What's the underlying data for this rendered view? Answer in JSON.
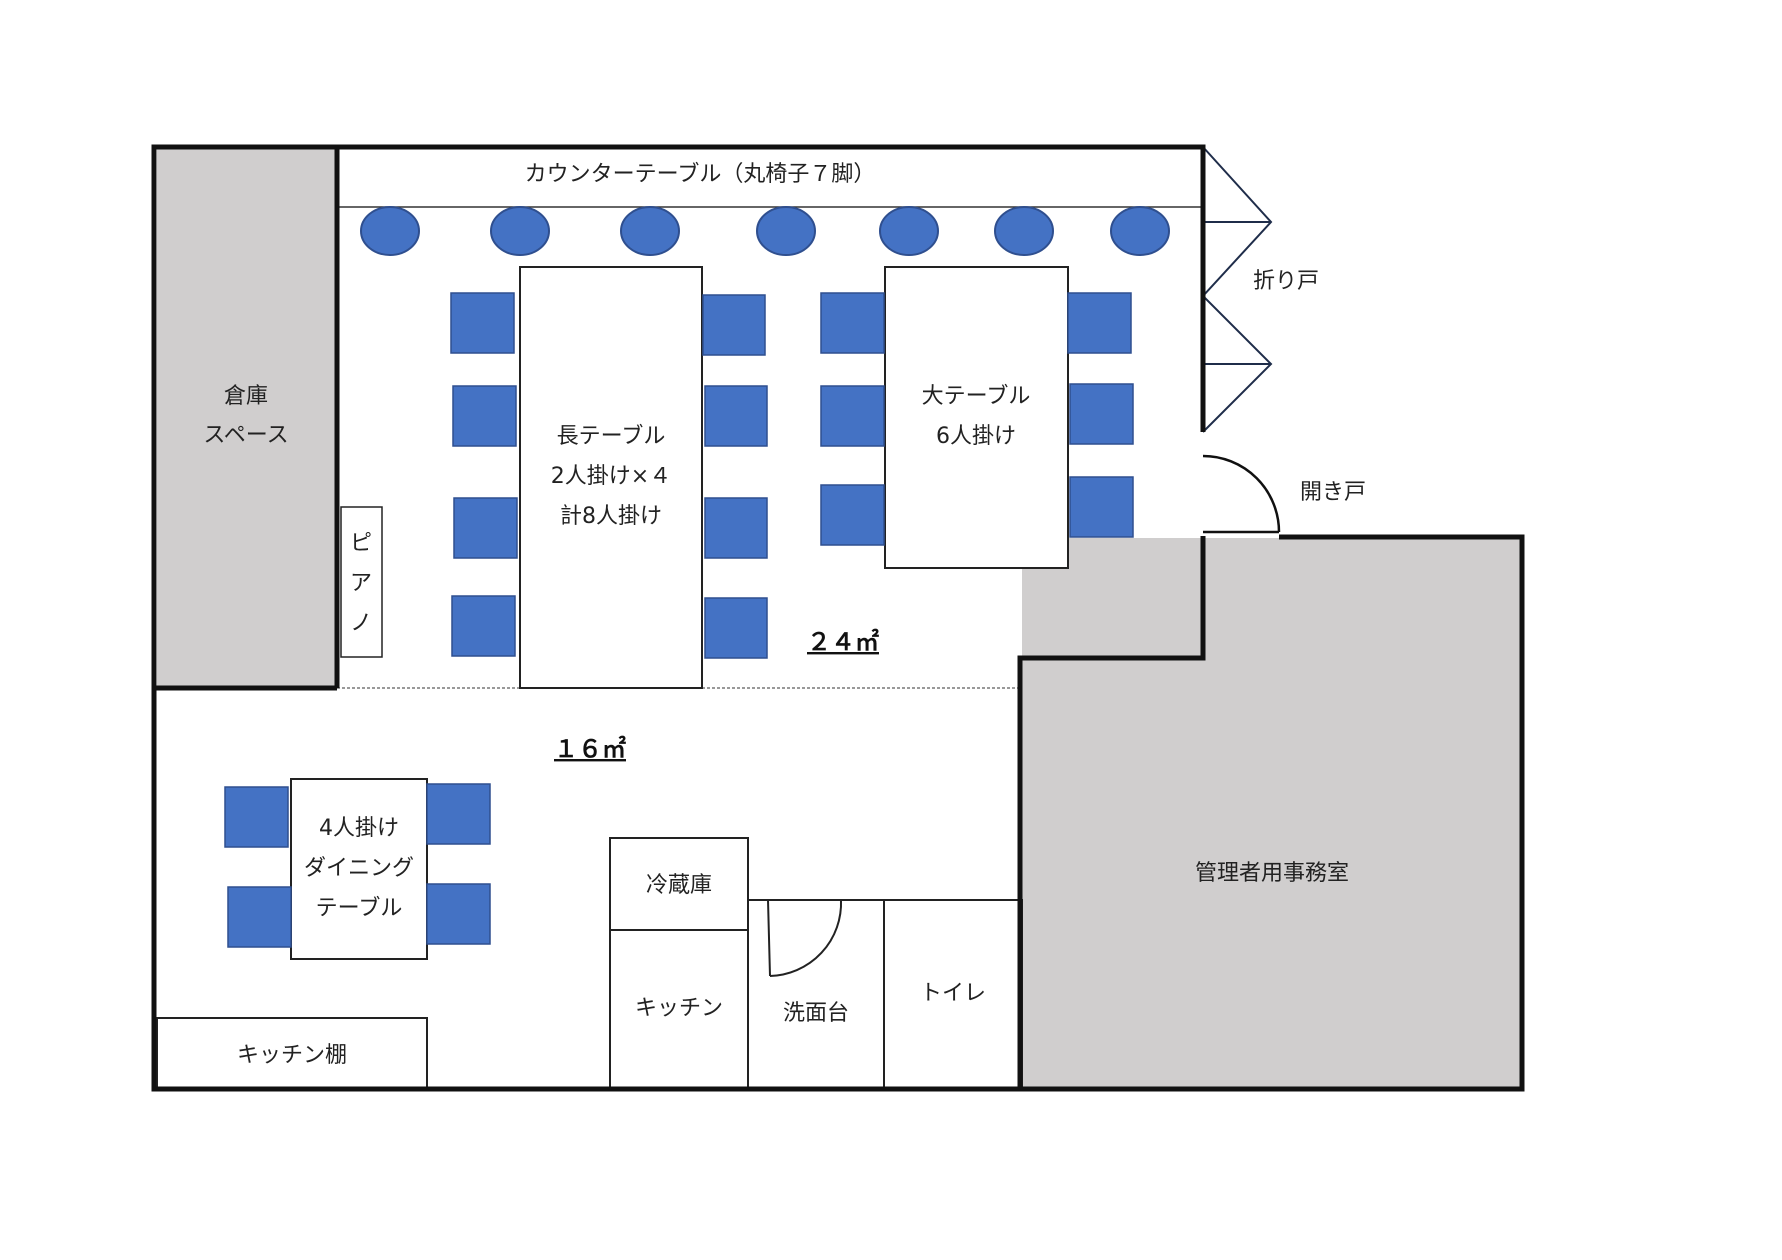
{
  "colors": {
    "wall": "#111111",
    "chair": "#4472c4",
    "chair_stroke": "#2f4f8f",
    "gray_room": "#d0cece",
    "floor": "#ffffff"
  },
  "labels": {
    "counter_table": "カウンターテーブル（丸椅子７脚）",
    "folding_door": "折り戸",
    "swing_door": "開き戸",
    "storage": [
      "倉庫",
      "スペース"
    ],
    "piano": [
      "ピ",
      "ア",
      "ノ"
    ],
    "long_table": [
      "長テーブル",
      "2人掛け×４",
      "計8人掛け"
    ],
    "large_table": [
      "大テーブル",
      "6人掛け"
    ],
    "area_main": "２４㎡",
    "area_lower": "１６㎡",
    "dining_table": [
      "4人掛け",
      "ダイニング",
      "テーブル"
    ],
    "fridge": "冷蔵庫",
    "kitchen": "キッチン",
    "washbasin": "洗面台",
    "toilet": "トイレ",
    "kitchen_shelf": "キッチン棚",
    "office": "管理者用事務室"
  }
}
